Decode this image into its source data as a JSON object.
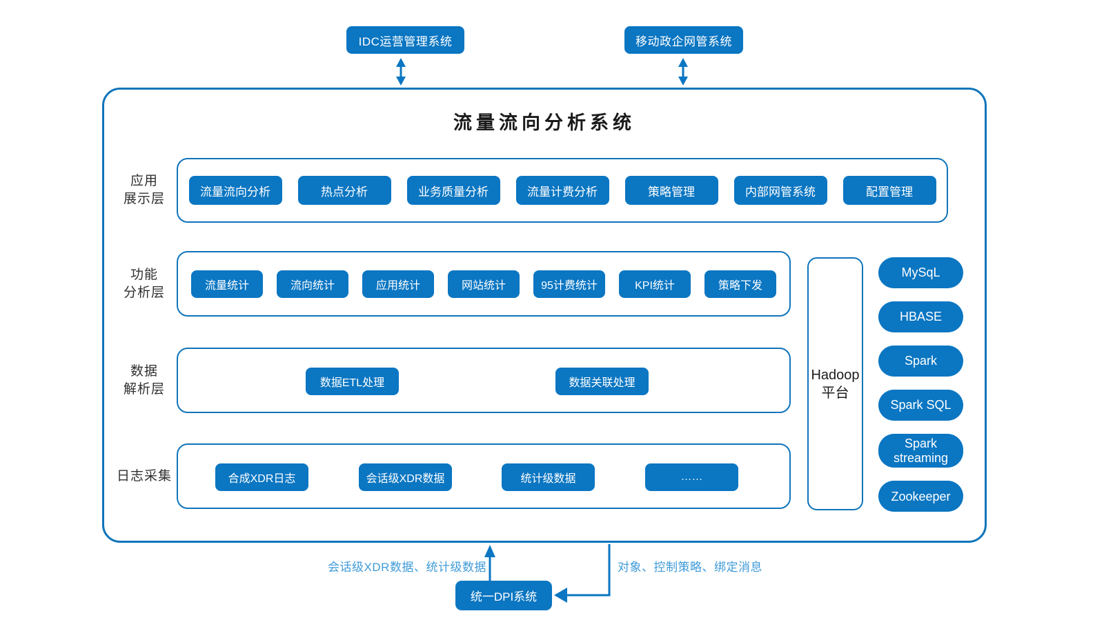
{
  "diagram": {
    "title": "流量流向分析系统",
    "external_systems": {
      "idc": "IDC运营管理系统",
      "mobile": "移动政企网管系统"
    },
    "layers": [
      {
        "name": "应用\n展示层",
        "items": [
          "流量流向分析",
          "热点分析",
          "业务质量分析",
          "流量计费分析",
          "策略管理",
          "内部网管系统",
          "配置管理"
        ]
      },
      {
        "name": "功能\n分析层",
        "items": [
          "流量统计",
          "流向统计",
          "应用统计",
          "网站统计",
          "95计费统计",
          "KPI统计",
          "策略下发"
        ]
      },
      {
        "name": "数据\n解析层",
        "items": [
          "数据ETL处理",
          "数据关联处理"
        ]
      },
      {
        "name": "日志采集",
        "items": [
          "合成XDR日志",
          "会话级XDR数据",
          "统计级数据",
          "……"
        ]
      }
    ],
    "hadoop_platform": "Hadoop\n平台",
    "tech_stack": [
      "MySqL",
      "HBASE",
      "Spark",
      "Spark SQL",
      "Spark streaming",
      "Zookeeper"
    ],
    "bottom": {
      "dpi_system": "统一DPI系统",
      "upstream_flow_label": "会话级XDR数据、统计级数据",
      "downstream_flow_label": "对象、控制策略、绑定消息"
    },
    "colors": {
      "primary_blue": "#0b76c2",
      "border_blue": "#0f74ba",
      "link_text_blue": "#3f9bd8",
      "dark_text": "#2f2f2f"
    }
  }
}
